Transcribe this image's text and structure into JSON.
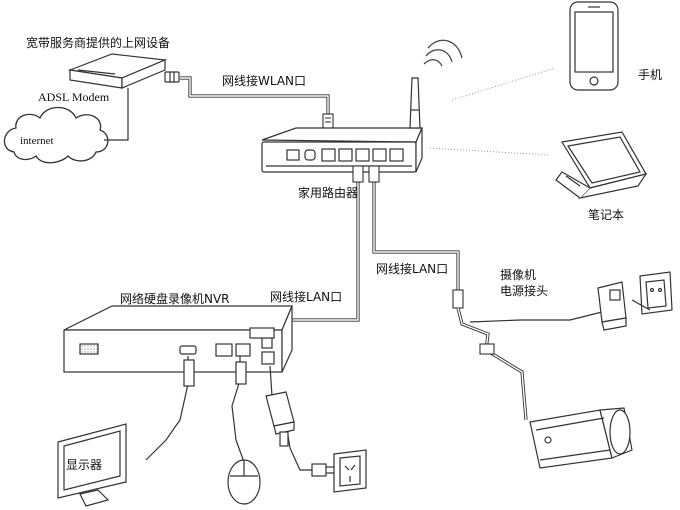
{
  "labels": {
    "isp_device": "宽带服务商提供的上网设备",
    "modem": "ADSL Modem",
    "internet": "internet",
    "wlan_cable": "网线接WLAN口",
    "phone": "手机",
    "router": "家用路由器",
    "laptop": "笔记本",
    "lan_cable_camera": "网线接LAN口",
    "camera_power": "摄像机",
    "camera_power_2": "电源接头",
    "nvr": "网络硬盘录像机NVR",
    "lan_cable_nvr": "网线接LAN口",
    "monitor": "显示器"
  },
  "colors": {
    "line": "#333333",
    "fill": "#ffffff",
    "dashed": "#999999"
  },
  "icons": {
    "phone": "smartphone-icon",
    "laptop": "laptop-icon",
    "camera": "bullet-camera-icon",
    "mouse": "mouse-icon",
    "outlet": "power-outlet-icon",
    "adapter": "power-adapter-icon"
  }
}
